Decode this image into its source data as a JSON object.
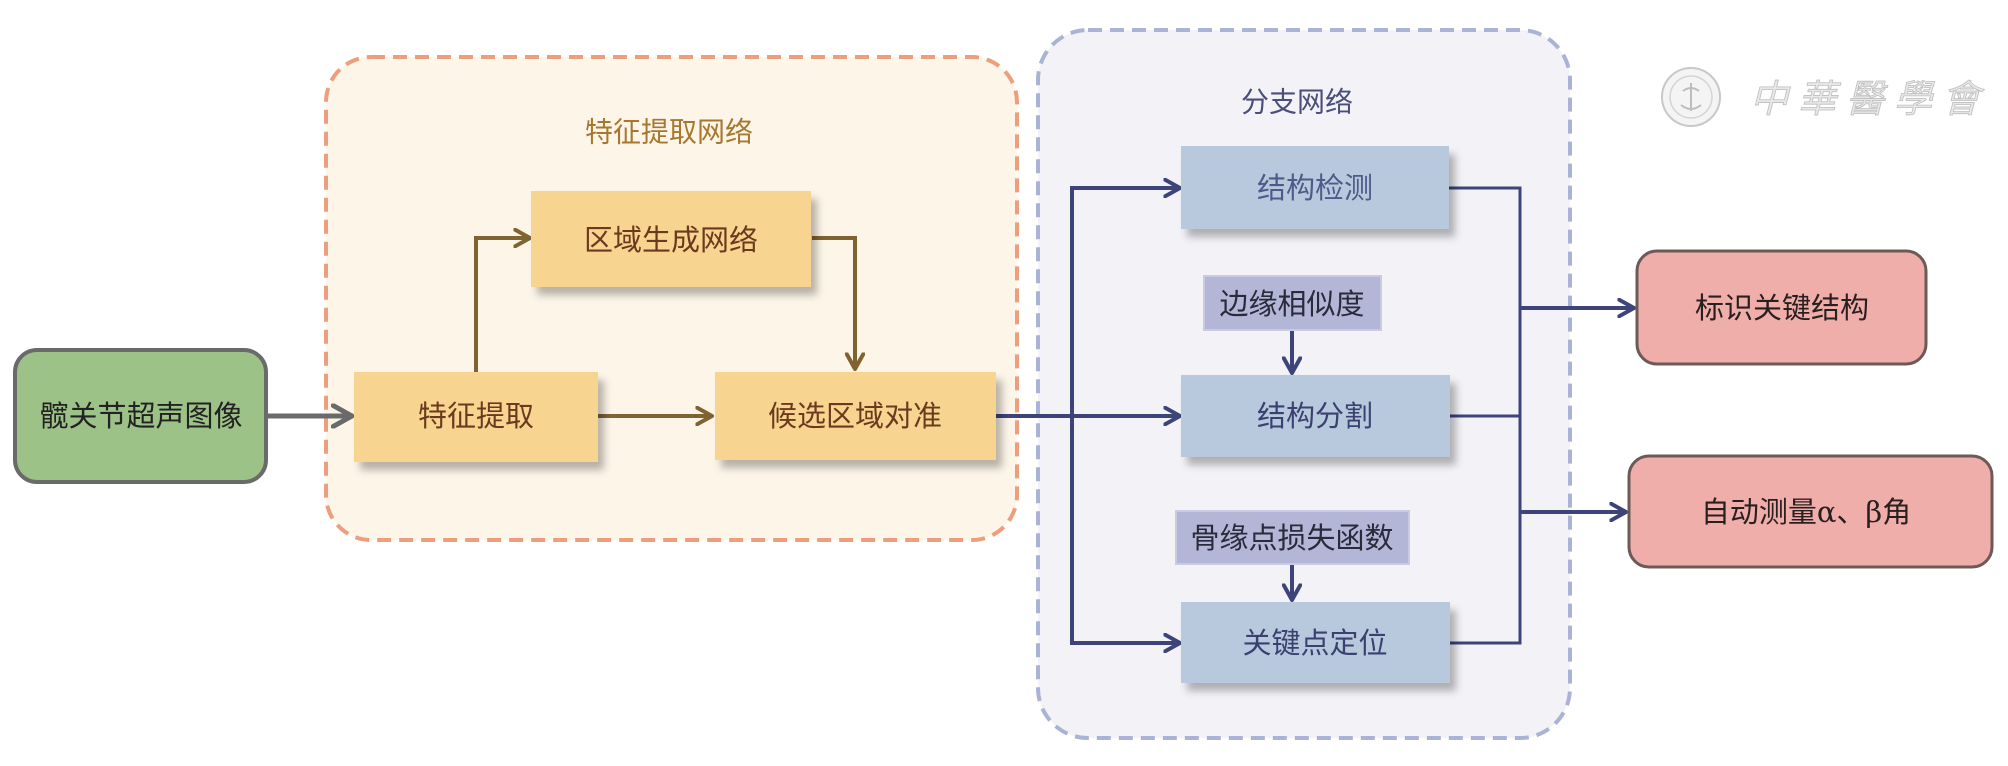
{
  "diagram": {
    "input": {
      "label": "髋关节超声图像"
    },
    "feature_group": {
      "title": "特征提取网络",
      "nodes": {
        "region_proposal": "区域生成网络",
        "feature_extraction": "特征提取",
        "roi_align": "候选区域对准"
      }
    },
    "branch_group": {
      "title": "分支网络",
      "nodes": {
        "detection": "结构检测",
        "edge_similarity": "边缘相似度",
        "segmentation": "结构分割",
        "bone_edge_loss": "骨缘点损失函数",
        "keypoint": "关键点定位"
      }
    },
    "outputs": {
      "identify": "标识关键结构",
      "measure": "自动测量α、β角"
    },
    "watermark": {
      "text": "中華醫學會",
      "icon": "society-emblem-icon"
    },
    "colors": {
      "input_fill": "#9dc287",
      "feature_fill": "#f7d48f",
      "feature_group_fill": "#fdf5e8",
      "feature_group_border": "#ed9e7c",
      "feature_title": "#a6782f",
      "feature_text": "#6b3a1e",
      "feature_arrow": "#7f6330",
      "branch_fill": "#b8c9dd",
      "branch_group_fill": "#f3f3f7",
      "branch_group_border": "#aab3d6",
      "branch_title": "#4a4e7a",
      "branch_text": "#4d5a8c",
      "loss_fill": "#b3b6d6",
      "branch_arrow": "#3c4479",
      "output_fill": "#f0aeab",
      "output_border": "#6d5a57",
      "input_arrow": "#6a6a6a"
    }
  }
}
